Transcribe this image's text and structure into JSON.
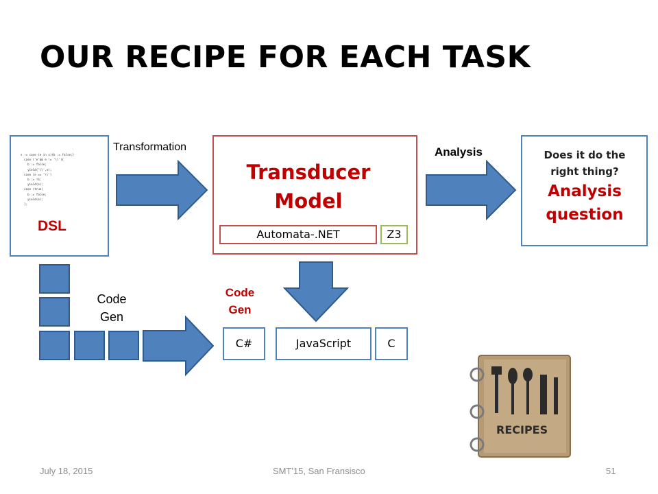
{
  "slide": {
    "title": "OUR RECIPE FOR EACH TASK",
    "dsl": {
      "label": "DSL",
      "code": "s := case (e in x){b := false;}\n  case ('e'&& e != '\\\\'){\n    b := false;\n    yield('\\\\',e);\n  case (e == '\\\\')\n    b := !b;\n    yield(e);\n  case (true)\n    b := false;\n    yield(e);\n  };"
    },
    "transformation_label": "Transformation",
    "analysis_label": "Analysis",
    "transducer": {
      "title_line1": "Transducer",
      "title_line2": "Model",
      "automata_label": "Automata-.NET",
      "z3_label": "Z3"
    },
    "question": {
      "line1": "Does it do the",
      "line2": "right thing?",
      "red_line1": "Analysis",
      "red_line2": "question"
    },
    "codegen_left": {
      "line1": "Code",
      "line2": "Gen"
    },
    "codegen_red": {
      "line1": "Code",
      "line2": "Gen"
    },
    "targets": [
      "C#",
      "JavaScript",
      "C"
    ],
    "recipe_book_label": "RECIPES",
    "footer": {
      "date": "July 18, 2015",
      "venue": "SMT'15, San Fransisco",
      "page": "51"
    },
    "colors": {
      "blue": "#4f81bd",
      "red": "#c00000",
      "red_border": "#c0504d"
    }
  }
}
